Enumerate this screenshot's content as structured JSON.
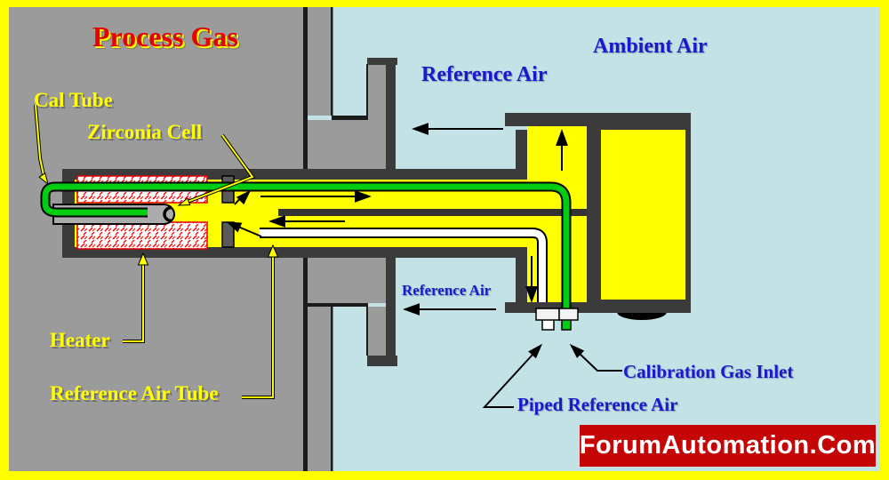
{
  "diagram": {
    "title": "Process Gas",
    "labels": {
      "process_gas": "Process Gas",
      "cal_tube": "Cal Tube",
      "zirconia_cell": "Zirconia Cell",
      "heater": "Heater",
      "reference_air_tube": "Reference Air Tube",
      "reference_air_top": "Reference Air",
      "ambient_air": "Ambient Air",
      "reference_air_bottom": "Reference Air",
      "calibration_gas_inlet": "Calibration Gas Inlet",
      "piped_reference_air": "Piped Reference Air"
    },
    "watermark": "ForumAutomation.Com",
    "colors": {
      "frame": "#FFFF00",
      "process_gas_background": "#9B9B9B",
      "ambient_air_background": "#C2E2E6",
      "structure_dark": "#3B3B3B",
      "probe_interior_yellow": "#FFFF00",
      "cal_tube_green": "#00CC11",
      "reference_air_tube_white": "#FFFFFF",
      "zirconia_tube_gray": "#ACACAC",
      "heater_hatch_red": "#FF0000",
      "label_yellow": "#FFFF00",
      "label_blue": "#1A1ACC",
      "title_red": "#E60000",
      "banner_background": "#C40606",
      "banner_text": "#FFFFFF"
    },
    "arrows": [
      "process-gas-flow-into-probe",
      "reference-air-return-flow",
      "reference-air-exit-top",
      "reference-air-exit-bottom",
      "reference-air-up-housing",
      "piped-air-down-housing",
      "flow-past-zirconia-cell"
    ]
  }
}
